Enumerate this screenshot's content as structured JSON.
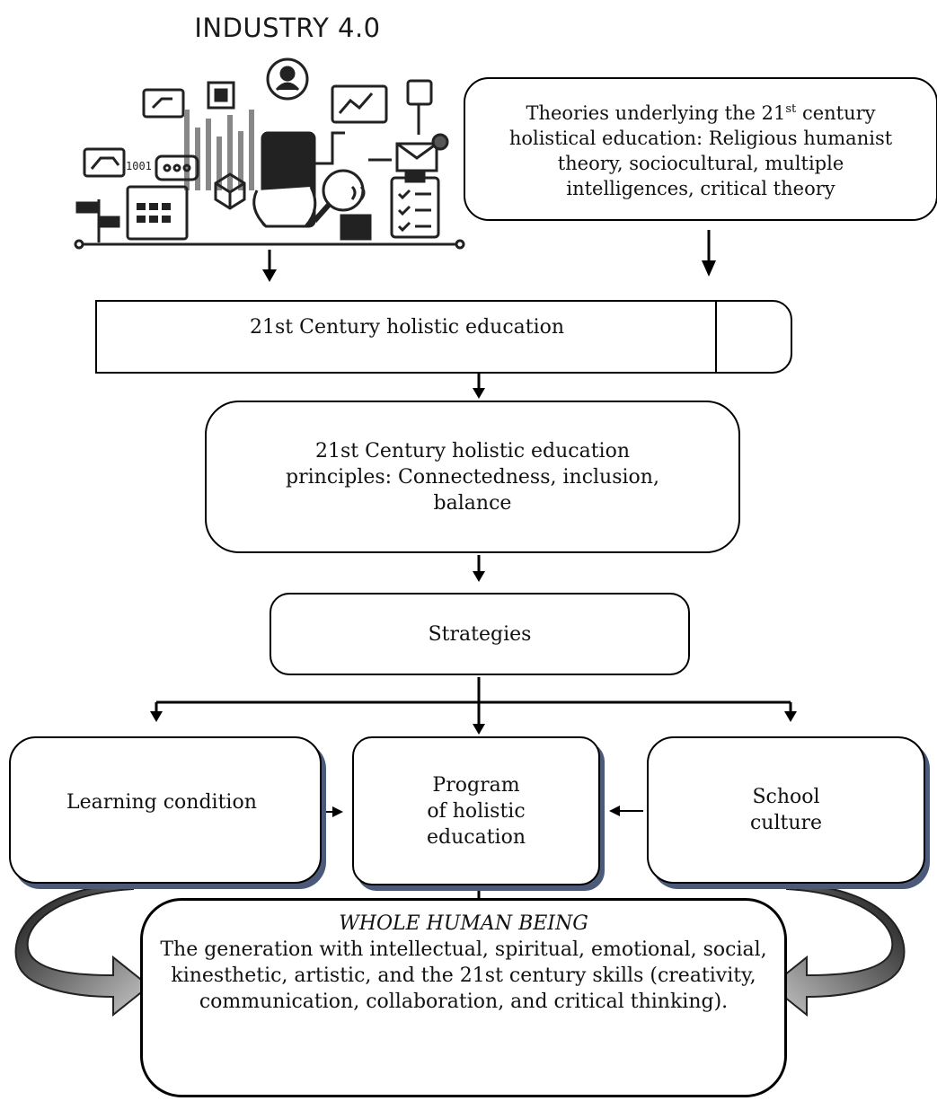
{
  "header": {
    "title": "INDUSTRY 4.0"
  },
  "illustration": {
    "name": "industry-4-0-technology-illustration",
    "digits": "1001"
  },
  "boxes": {
    "theories": {
      "line1_pre": "Theories underlying the 21",
      "line1_sup": "st",
      "line1_post": " century",
      "line2": "holistical education: Religious humanist",
      "line3": "theory, sociocultural, multiple",
      "line4": "intelligences, critical theory"
    },
    "holistic_education": "21st Century holistic education",
    "principles": {
      "line1": "21st Century holistic education",
      "line2": "principles: Connectedness, inclusion,",
      "line3": "balance"
    },
    "strategies": "Strategies",
    "learning_condition": "Learning condition",
    "program": {
      "line1": "Program",
      "line2": "of holistic",
      "line3": "education"
    },
    "school_culture": {
      "line1": "School",
      "line2": "culture"
    },
    "whole_human": {
      "heading": "WHOLE HUMAN BEING",
      "line1": "The generation with intellectual, spiritual, emotional, social,",
      "line2": "kinesthetic, artistic, and the 21st century skills (creativity,",
      "line3": "communication, collaboration, and critical thinking)."
    }
  },
  "colors": {
    "stroke": "#000000",
    "shadow": "#4a5a78",
    "curved_arrow_dark": "#222222",
    "curved_arrow_light": "#bfbfbf"
  }
}
